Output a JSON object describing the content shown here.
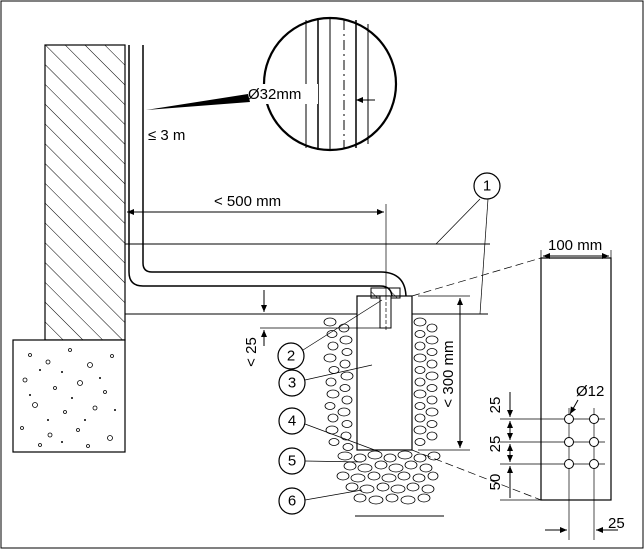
{
  "labels": {
    "pipe_diameter": "Ø32mm",
    "max_height": "≤ 3 m",
    "horizontal_distance": "< 500 mm",
    "block_width": "100 mm",
    "top_clearance": "< 25",
    "pit_depth": "< 300 mm",
    "hole_diameter": "Ø12",
    "spacing_25_top": "25",
    "spacing_25_mid": "25",
    "spacing_50": "50",
    "spacing_25_bottom": "25"
  },
  "callouts": [
    {
      "number": "1"
    },
    {
      "number": "2"
    },
    {
      "number": "3"
    },
    {
      "number": "4"
    },
    {
      "number": "5"
    },
    {
      "number": "6"
    }
  ]
}
